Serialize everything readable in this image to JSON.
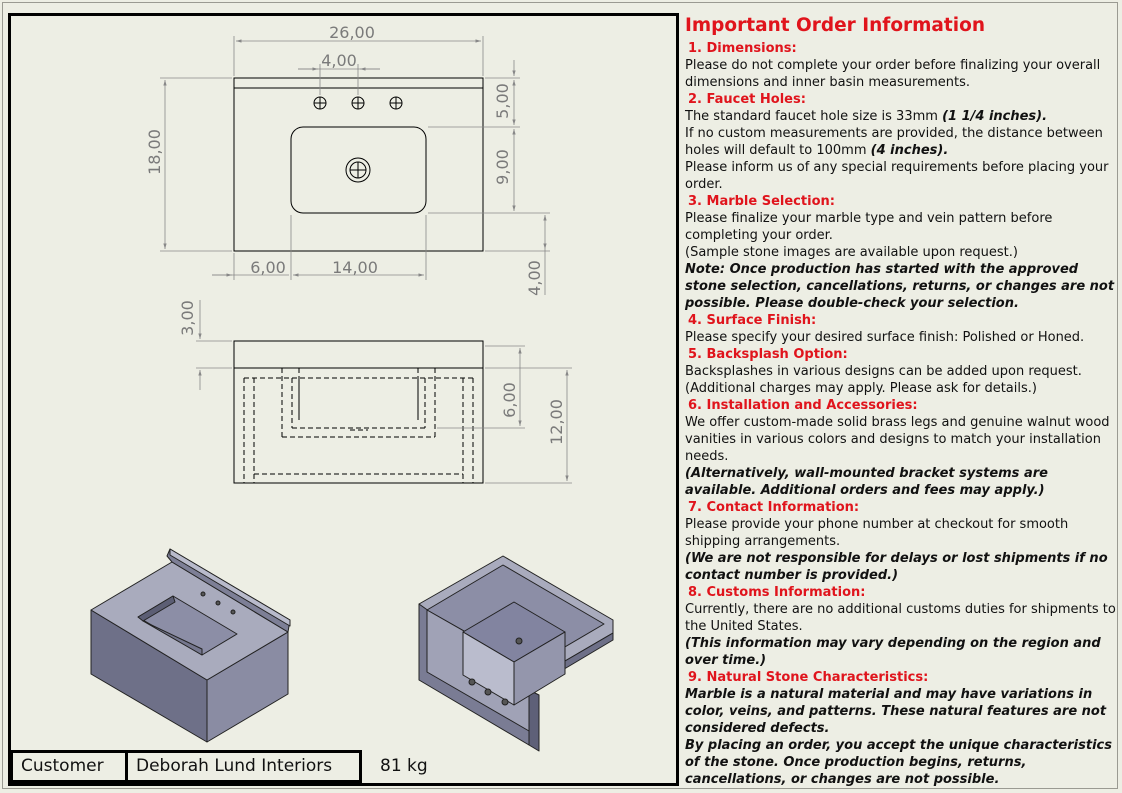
{
  "dimensions": {
    "overall_width": "26,00",
    "faucet_spacing": "4,00",
    "overall_depth": "18,00",
    "back_to_basin": "5,00",
    "basin_depth": "9,00",
    "front_to_basin": "4,00",
    "side_to_basin": "6,00",
    "basin_width": "14,00",
    "slab_thickness": "3,00",
    "basin_height": "6,00",
    "total_height": "12,00"
  },
  "info": {
    "title": "Important Order Information",
    "sections": [
      {
        "heading": "1. Dimensions:",
        "paragraphs": [
          {
            "text": "Please do not complete your order before finalizing your overall dimensions and inner basin measurements."
          }
        ]
      },
      {
        "heading": "2. Faucet Holes:",
        "paragraphs": [
          {
            "text": "The standard faucet hole size is 33mm ",
            "em": "(1 1/4 inches)."
          },
          {
            "text": "If no custom measurements are provided, the distance between holes will default to 100mm ",
            "em": "(4 inches)."
          },
          {
            "text": "Please inform us of any special requirements before placing your order."
          }
        ]
      },
      {
        "heading": "3. Marble Selection:",
        "paragraphs": [
          {
            "text": "Please finalize your marble type and vein pattern before completing your order."
          },
          {
            "text": "(Sample stone images are available upon request.)"
          },
          {
            "note": "Note: Once production has started with the approved stone selection, cancellations, returns, or changes are not possible. Please double-check your selection."
          }
        ]
      },
      {
        "heading": "4. Surface Finish:",
        "paragraphs": [
          {
            "text": "Please specify your desired surface finish: Polished or Honed."
          }
        ]
      },
      {
        "heading": "5. Backsplash Option:",
        "paragraphs": [
          {
            "text": "Backsplashes in various designs can be added upon request."
          },
          {
            "text": "(Additional charges may apply. Please ask for details.)"
          }
        ]
      },
      {
        "heading": "6. Installation and Accessories:",
        "paragraphs": [
          {
            "text": "We offer custom-made solid brass legs and genuine walnut wood vanities in various colors and designs to match your installation needs."
          },
          {
            "note": "(Alternatively, wall-mounted bracket systems are available. Additional orders and fees may apply.)"
          }
        ]
      },
      {
        "heading": "7. Contact Information:",
        "paragraphs": [
          {
            "text": "Please provide your phone number at checkout for smooth shipping arrangements."
          },
          {
            "note": "(We are not responsible for delays or lost shipments if no contact number is provided.)"
          }
        ]
      },
      {
        "heading": "8. Customs Information:",
        "paragraphs": [
          {
            "text": "Currently, there are no additional customs duties for shipments to the United States."
          },
          {
            "note": "(This information may vary depending on the region and over time.)"
          }
        ]
      },
      {
        "heading": "9. Natural Stone Characteristics:",
        "paragraphs": [
          {
            "note": "Marble is a natural material and may have variations in color, veins, and patterns. These natural features are not considered defects."
          },
          {
            "note": "By placing an order, you accept the unique characteristics of the stone. Once production begins, returns, cancellations, or changes are not possible."
          }
        ]
      }
    ]
  },
  "title_block": {
    "customer_label": "Customer",
    "customer_name": "Deborah Lund Interiors",
    "weight": "81 kg"
  },
  "colors": {
    "sheet": "#edeee4",
    "heading_red": "#e0141c",
    "dimension_gray": "#7a7a7a",
    "iso_face_top": "#a9abbd",
    "iso_face_front": "#6e7088",
    "iso_face_side": "#8a8ca3"
  }
}
